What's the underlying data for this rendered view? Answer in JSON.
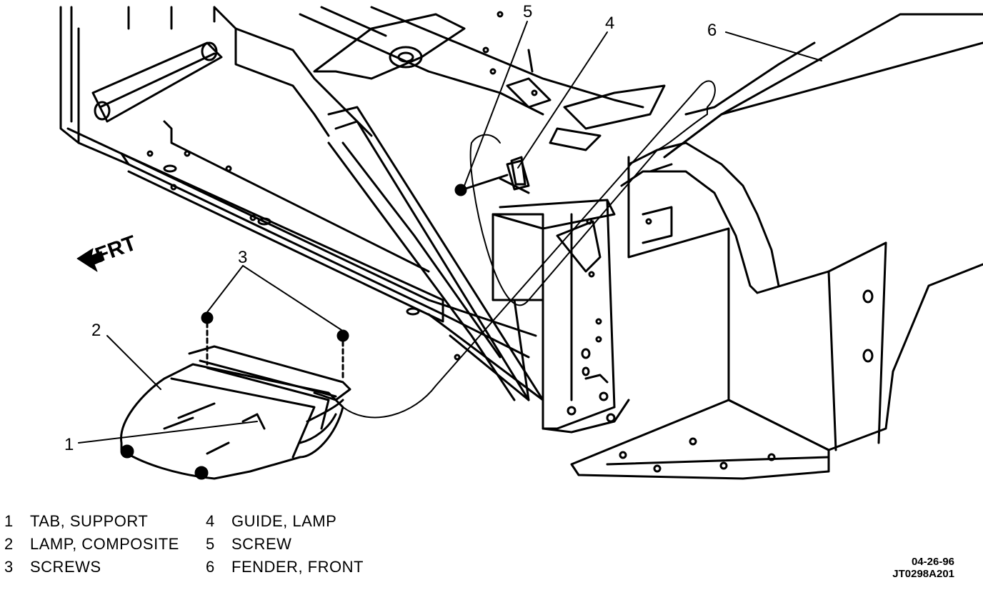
{
  "diagram": {
    "direction_label": "FRT",
    "callouts": [
      "1",
      "2",
      "3",
      "4",
      "5",
      "6"
    ]
  },
  "legend": [
    {
      "num": "1",
      "text": "TAB, SUPPORT"
    },
    {
      "num": "2",
      "text": "LAMP, COMPOSITE"
    },
    {
      "num": "3",
      "text": "SCREWS"
    },
    {
      "num": "4",
      "text": "GUIDE, LAMP"
    },
    {
      "num": "5",
      "text": "SCREW"
    },
    {
      "num": "6",
      "text": "FENDER, FRONT"
    }
  ],
  "doc_codes": {
    "date": "04-26-96",
    "figure_id": "JT0298A201"
  }
}
